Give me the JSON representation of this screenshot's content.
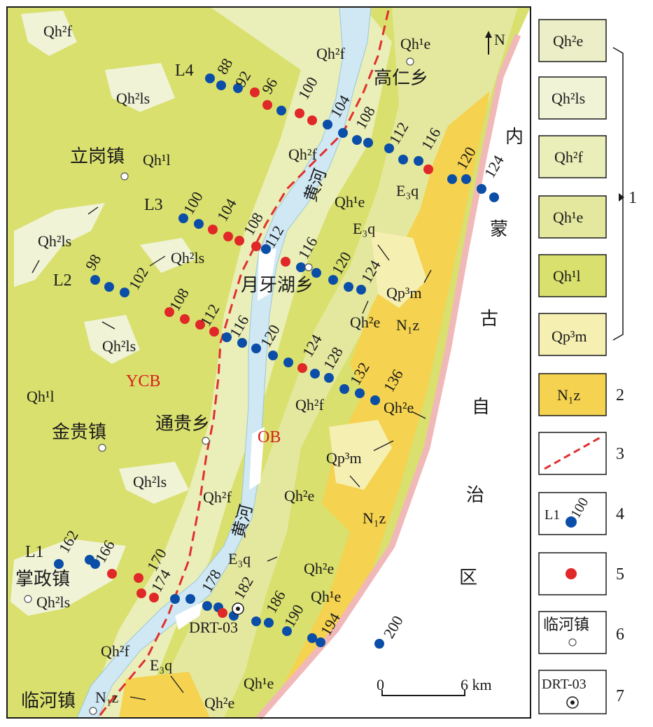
{
  "north_label": "N",
  "scale_bar": {
    "start": "0",
    "end": "6 km"
  },
  "unit_labels": [
    {
      "text": "Qh²f",
      "k": "u1"
    },
    {
      "text": "Qh¹e",
      "k": "u2"
    },
    {
      "text": "Qh²f",
      "k": "u3"
    },
    {
      "text": "Qh²ls",
      "k": "u4"
    },
    {
      "text": "Qh¹l",
      "k": "u5"
    },
    {
      "text": "Qh²f",
      "k": "u6"
    },
    {
      "text": "Qh¹e",
      "k": "u7"
    },
    {
      "text": "E₃q",
      "k": "u8"
    },
    {
      "text": "E₃q",
      "k": "u9"
    },
    {
      "text": "Qh²ls",
      "k": "u10"
    },
    {
      "text": "Qh²ls",
      "k": "u11"
    },
    {
      "text": "Qh²ls",
      "k": "u12"
    },
    {
      "text": "Qp³m",
      "k": "u13"
    },
    {
      "text": "Qh²e",
      "k": "u14"
    },
    {
      "text": "N₁z",
      "k": "u15"
    },
    {
      "text": "Qh¹l",
      "k": "u16"
    },
    {
      "text": "Qh²f",
      "k": "u17"
    },
    {
      "text": "Qh²e",
      "k": "u18"
    },
    {
      "text": "Qp³m",
      "k": "u19"
    },
    {
      "text": "Qh²ls",
      "k": "u20"
    },
    {
      "text": "Qh²f",
      "k": "u21"
    },
    {
      "text": "Qh²e",
      "k": "u22"
    },
    {
      "text": "N₁z",
      "k": "u23"
    },
    {
      "text": "E₃q",
      "k": "u24"
    },
    {
      "text": "Qh²e",
      "k": "u25"
    },
    {
      "text": "Qh¹e",
      "k": "u26"
    },
    {
      "text": "Qh²ls",
      "k": "u27"
    },
    {
      "text": "Qh²f",
      "k": "u28"
    },
    {
      "text": "E₃q",
      "k": "u29"
    },
    {
      "text": "Qh¹e",
      "k": "u30"
    },
    {
      "text": "N₁z",
      "k": "u31"
    },
    {
      "text": "Qh²e",
      "k": "u32"
    }
  ],
  "place_labels": {
    "gaoren": "高仁乡",
    "ligang": "立岗镇",
    "yueyahu": "月牙湖乡",
    "jingui": "金贵镇",
    "tonggui": "通贵乡",
    "zhangzheng": "掌政镇",
    "linhe": "临河镇"
  },
  "river_labels": [
    "黄河",
    "黄河"
  ],
  "region_label": [
    "内",
    "蒙",
    "古",
    "自",
    "治",
    "区"
  ],
  "zone_labels": {
    "ycb": "YCB",
    "ob": "OB"
  },
  "line_labels": {
    "L1": "L1",
    "L2": "L2",
    "L3": "L3",
    "L4": "L4"
  },
  "well_label": "DRT-03",
  "sample_numbers": [
    "88",
    "92",
    "96",
    "100",
    "104",
    "108",
    "112",
    "116",
    "120",
    "124",
    "100",
    "104",
    "108",
    "112",
    "98",
    "102",
    "116",
    "120",
    "124",
    "108",
    "112",
    "116",
    "120",
    "124",
    "128",
    "132",
    "136",
    "162",
    "166",
    "170",
    "174",
    "178",
    "182",
    "186",
    "190",
    "194",
    "200"
  ],
  "legend": {
    "units": [
      "Qh²e",
      "Qh²ls",
      "Qh²f",
      "Qh¹e",
      "Qh¹l",
      "Qp³m"
    ],
    "n1z": "N₁z",
    "sample_box_label": "L1",
    "sample_box_number": "100",
    "town_example": "临河镇",
    "well_example": "DRT-03",
    "numbers": [
      "1",
      "2",
      "3",
      "4",
      "5",
      "6",
      "7"
    ]
  },
  "colors": {
    "qh1l": "#d9e06e",
    "qh1e": "#e4e89e",
    "qh2f": "#eaeeb8",
    "qh2ls": "#f0f3d6",
    "qh2e": "#eceec7",
    "qp3m": "#f6efb2",
    "n1z": "#f5d24f",
    "river": "#cfe8f3",
    "fault": "#e03030",
    "blue_point": "#0a4ea8",
    "red_point": "#e02828",
    "border": "#f1b8b8",
    "label_red": "#d62020"
  }
}
